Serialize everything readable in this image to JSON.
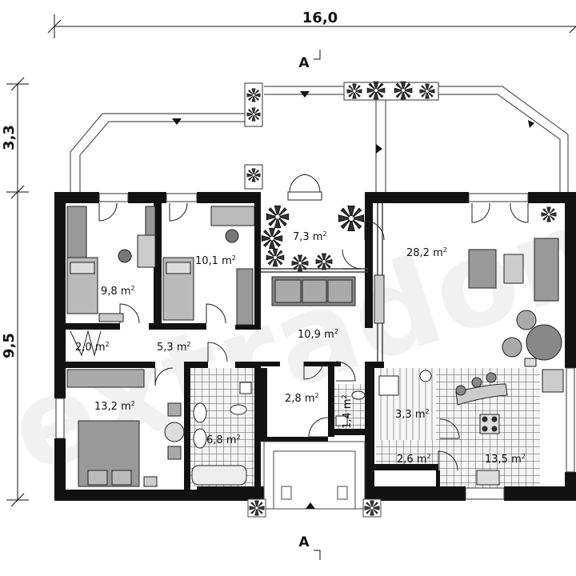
{
  "dimensions": {
    "width": "16,0",
    "terrace_depth": "3,3",
    "house_depth": "9,5"
  },
  "section_marker": "A",
  "rooms": [
    {
      "id": "bedroom-1",
      "value": "9,8",
      "unit": "m",
      "exp": "2"
    },
    {
      "id": "bedroom-2",
      "value": "10,1",
      "unit": "m",
      "exp": "2"
    },
    {
      "id": "winter-garden",
      "value": "7,3",
      "unit": "m",
      "exp": "2"
    },
    {
      "id": "living-room",
      "value": "28,2",
      "unit": "m",
      "exp": "2"
    },
    {
      "id": "wardrobe",
      "value": "2,0",
      "unit": "m",
      "exp": "2"
    },
    {
      "id": "corridor",
      "value": "5,3",
      "unit": "m",
      "exp": "2"
    },
    {
      "id": "hall",
      "value": "10,9",
      "unit": "m",
      "exp": "2"
    },
    {
      "id": "master-bedroom",
      "value": "13,2",
      "unit": "m",
      "exp": "2"
    },
    {
      "id": "bathroom",
      "value": "6,8",
      "unit": "m",
      "exp": "2"
    },
    {
      "id": "vestibule",
      "value": "2,8",
      "unit": "m",
      "exp": "2"
    },
    {
      "id": "wc",
      "value": "1,4",
      "unit": "m",
      "exp": "2"
    },
    {
      "id": "utility",
      "value": "3,3",
      "unit": "m",
      "exp": "2"
    },
    {
      "id": "pantry",
      "value": "2,6",
      "unit": "m",
      "exp": "2"
    },
    {
      "id": "kitchen",
      "value": "13,5",
      "unit": "m",
      "exp": "2"
    }
  ]
}
